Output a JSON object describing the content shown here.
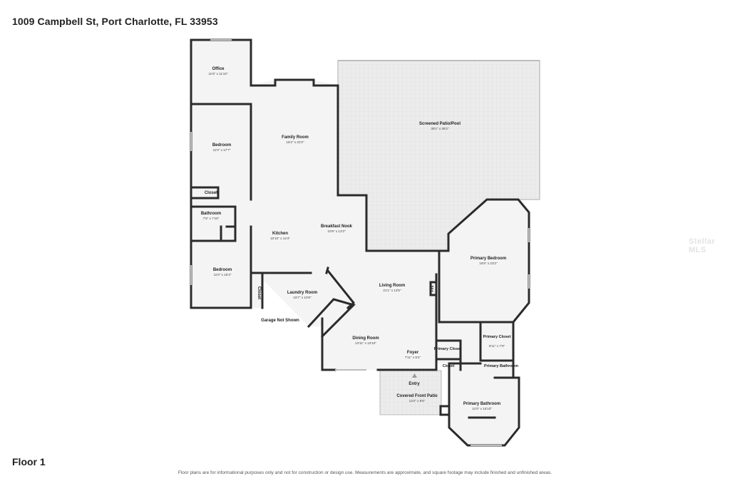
{
  "header": {
    "address": "1009 Campbell St, Port Charlotte, FL 33953"
  },
  "floor_label": "Floor 1",
  "disclaimer": "Floor plans are for informational purposes only and not for construction or design use. Measurements are approximate, and square footage may include finished and unfinished areas.",
  "watermark": "Stellar MLS",
  "rooms": {
    "office": {
      "name": "Office",
      "dims": "11'6\" x 11'10\""
    },
    "family": {
      "name": "Family Room",
      "dims": "16'2\" x 22'2\""
    },
    "patio": {
      "name": "Screened Patio/Pool",
      "dims": "38'1\" x 36'2\""
    },
    "bedroom1": {
      "name": "Bedroom",
      "dims": "11'0\" x 17'7\""
    },
    "closet1": {
      "name": "Closet"
    },
    "bathroom": {
      "name": "Bathroom",
      "dims": "7'5\" x 7'10\""
    },
    "kitchen": {
      "name": "Kitchen",
      "dims": "10'10\" x 14'4\""
    },
    "nook": {
      "name": "Breakfast Nook",
      "dims": "10'9\" x 13'3\""
    },
    "bedroom2": {
      "name": "Bedroom",
      "dims": "11'0\" x 15'3\""
    },
    "closet2": {
      "name": "Closet"
    },
    "laundry": {
      "name": "Laundry Room",
      "dims": "15'7\" x 10'8\""
    },
    "garage": {
      "name": "Garage Not Shown"
    },
    "living": {
      "name": "Living Room",
      "dims": "21'1\" x 13'5\""
    },
    "fire": {
      "name": "Fire"
    },
    "primary_bed": {
      "name": "Primary Bedroom",
      "dims": "16'5\" x 23'2\""
    },
    "dining": {
      "name": "Dining Room",
      "dims": "13'11\" x 13'10\""
    },
    "foyer": {
      "name": "Foyer",
      "dims": "7'11\" x 5'4\""
    },
    "primary_closet_left": {
      "name": "Primary Closet"
    },
    "closet3": {
      "name": "Closet"
    },
    "primary_closet_right": {
      "name": "Primary Closet",
      "dims": "5'11\" x 7'0\""
    },
    "primary_bath_small": {
      "name": "Primary Bathroom"
    },
    "entry": {
      "name": "Entry"
    },
    "front_patio": {
      "name": "Covered Front Patio",
      "dims": "13'2\" x 8'5\""
    },
    "primary_bath": {
      "name": "Primary Bathroom",
      "dims": "12'0\" x 15'10\""
    }
  },
  "colors": {
    "wall": "#2b2b2b",
    "floor": "#f3f3f3",
    "patio": "#ebebeb"
  }
}
